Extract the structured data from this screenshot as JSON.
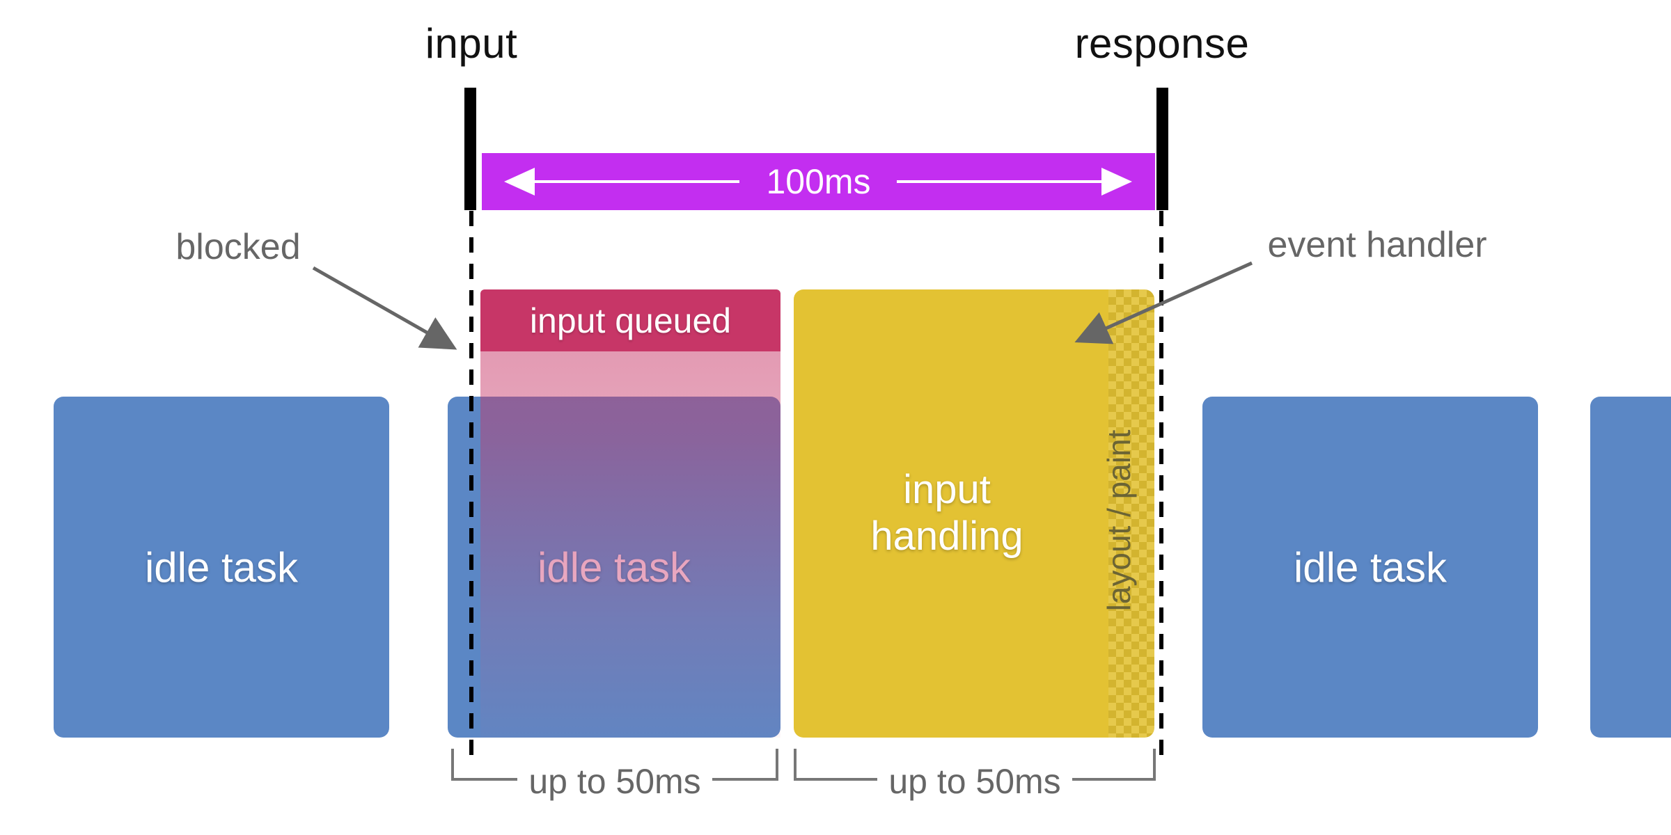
{
  "diagram": {
    "input_label": "input",
    "response_label": "response",
    "duration_label": "100ms",
    "blocked_label": "blocked",
    "event_handler_label": "event handler",
    "input_queued_label": "input queued",
    "input_handling_label": "input handling",
    "layout_paint_label": "layout / paint",
    "left_bracket_label": "up to 50ms",
    "right_bracket_label": "up to 50ms",
    "idle_tasks": [
      {
        "label": "idle task"
      },
      {
        "label": "idle task"
      },
      {
        "label": "idle task"
      },
      {
        "label": ""
      }
    ]
  },
  "colors": {
    "timeline_bar_magenta": "#c32ef0",
    "marker_black": "#000000",
    "idle_task_blue": "#5b87c5",
    "input_queued_pink": "#c73667",
    "input_handling_yellow": "#e3c233",
    "annotation_gray": "#666666"
  }
}
